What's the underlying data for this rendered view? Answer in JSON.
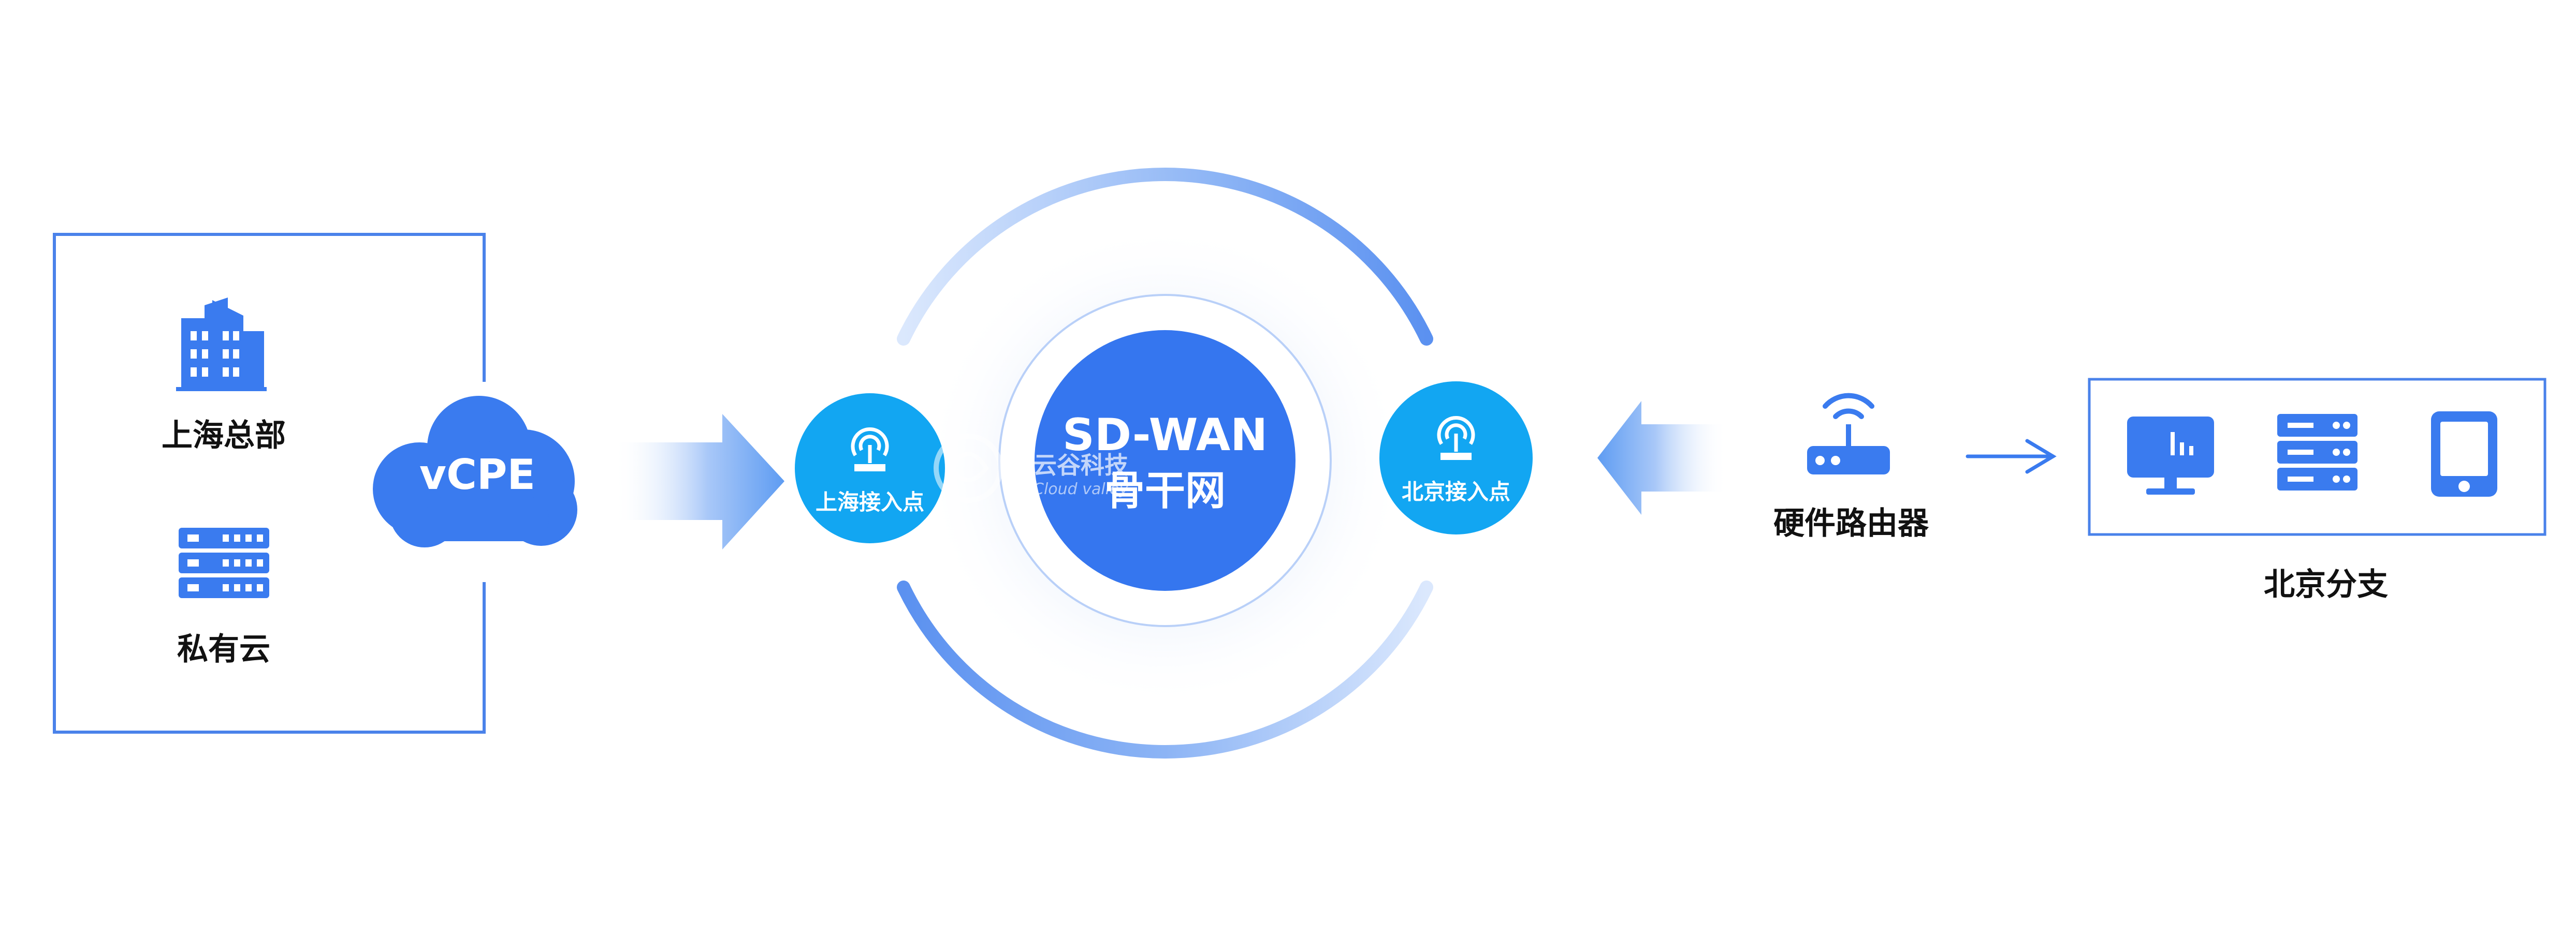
{
  "hq": {
    "title": "上海总部",
    "private_cloud": "私有云",
    "vcpe": "vCPE"
  },
  "backbone": {
    "title": "SD-WAN",
    "subtitle": "骨干网",
    "shanghai_node": "上海接入点",
    "beijing_node": "北京接入点"
  },
  "router": {
    "label": "硬件路由器"
  },
  "branch": {
    "label": "北京分支"
  },
  "watermark": {
    "text": "云谷科技",
    "subtext": "Cloud valley"
  },
  "colors": {
    "primary": "#3a7bef",
    "node": "#12a6f2",
    "frame": "#4a82ea",
    "text": "#111111"
  },
  "icons": [
    "building-icon",
    "server-rack-icon",
    "cloud-icon",
    "access-point-icon",
    "wifi-router-icon",
    "monitor-icon",
    "server-icon",
    "phone-icon",
    "arrow-right-icon"
  ]
}
